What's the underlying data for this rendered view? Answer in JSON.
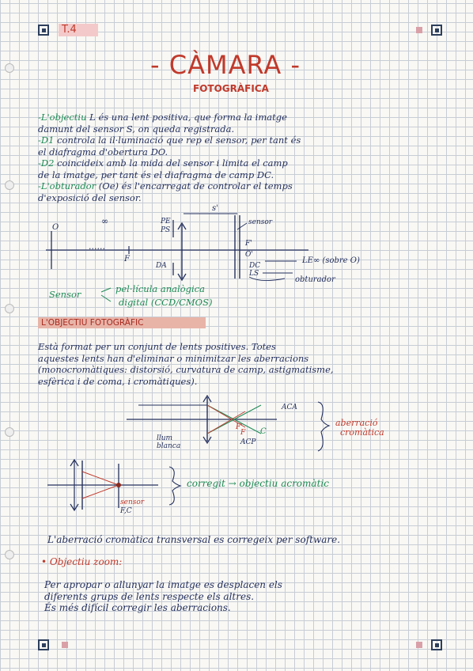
{
  "tag": "T.4",
  "title": "- CÀMARA -",
  "subtitle": "FOTOGRÀFICA",
  "lines_section1": [
    [
      "-L'objectiu",
      " L és una lent positiva, que forma la imatge"
    ],
    [
      "",
      "damunt del sensor S, on queda registrada."
    ],
    [
      "-D1",
      " controla la il·luminació que rep el sensor, per tant és"
    ],
    [
      "",
      "el diafragma d'obertura DO."
    ],
    [
      "-D2",
      " coincideix amb la mida del sensor i limita el camp"
    ],
    [
      "",
      "de la imatge, per tant és el diafragma de camp DC."
    ],
    [
      "-L'obturador",
      " (Oe) és l'encarregat de controlar el temps"
    ],
    [
      "",
      "d'exposició del sensor."
    ]
  ],
  "diagram1": {
    "label_O": "O",
    "label_inf": "∞",
    "label_s": "s'",
    "label_PE": "PE",
    "label_PS": "PS",
    "label_sensor": "sensor",
    "label_F": "F",
    "label_Fp": "F'",
    "label_Op": "O'",
    "label_DA": "DA",
    "label_DC": "DC",
    "label_LS": "LS",
    "label_LE": "LE∞ (sobre O)",
    "label_obt": "obturador",
    "dots": "......"
  },
  "sensor_types": {
    "word": "Sensor",
    "opt1": "pel·lícula analògica",
    "opt2": "digital (CCD/CMOS)"
  },
  "section2_heading": "L'OBJECTIU FOTOGRÀFIC",
  "paragraph2": [
    "Està format per un conjunt de lents positives. Totes",
    "aquestes lents han d'eliminar o minimitzar les aberracions",
    "(monocromàtiques: distorsió, curvatura de camp, astigmatisme,",
    "esfèrica i de coma, i cromàtiques)."
  ],
  "diagram2": {
    "label_ACA": "ACA",
    "label_Fp": "F'",
    "label_F": "F",
    "label_C": "C",
    "label_ACP": "ACP",
    "label_llum": "llum",
    "label_blanca": "blanca",
    "brace_text1": "aberració",
    "brace_text2": "cromàtica"
  },
  "diagram3": {
    "label_sensor": "sensor",
    "label_FC": "F,C",
    "arrow_text": "corregit → objectiu acromàtic"
  },
  "transversal": "L'aberració cromàtica transversal es corregeix per software.",
  "zoom_heading": "• Objectiu zoom:",
  "zoom_text": [
    "Per apropar o allunyar la imatge es desplacen els",
    "diferents grups de lents respecte els altres.",
    "És més difícil corregir les aberracions."
  ],
  "colors": {
    "ink": "#24305e",
    "red": "#c0392b",
    "green": "#1e8a56",
    "highlight": "#e8b4a8"
  }
}
